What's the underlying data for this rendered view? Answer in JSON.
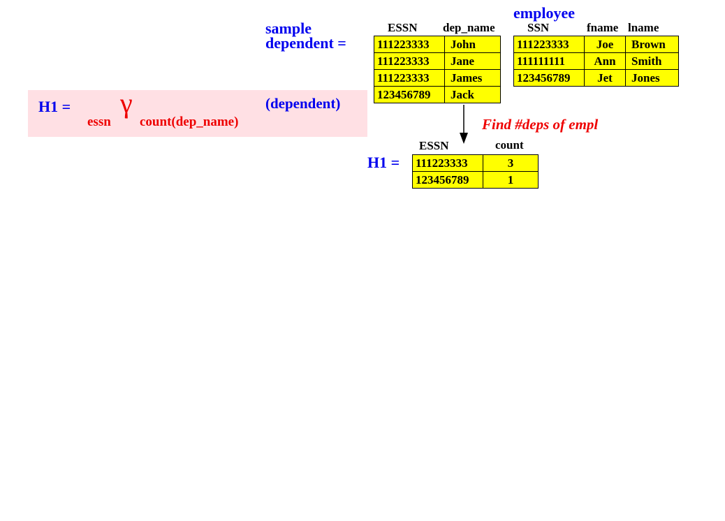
{
  "formula": {
    "lhs": "H1 =",
    "group_attr": "essn",
    "gamma": "γ",
    "agg": "count(dep_name)",
    "relation": "(dependent)"
  },
  "dependent_table": {
    "title_line1": "sample",
    "title_line2": "dependent =",
    "columns": [
      "ESSN",
      "dep_name"
    ],
    "rows": [
      [
        "111223333",
        "John"
      ],
      [
        "111223333",
        "Jane"
      ],
      [
        "111223333",
        "James"
      ],
      [
        "123456789",
        "Jack"
      ]
    ]
  },
  "employee_table": {
    "title": "employee",
    "columns": [
      "SSN",
      "fname",
      "lname"
    ],
    "rows": [
      [
        "111223333",
        "Joe",
        "Brown"
      ],
      [
        "111111111",
        "Ann",
        "Smith"
      ],
      [
        "123456789",
        "Jet",
        "Jones"
      ]
    ]
  },
  "annotation": "Find #deps of empl",
  "result_table": {
    "label": "H1 =",
    "columns": [
      "ESSN",
      "count"
    ],
    "rows": [
      [
        "111223333",
        "3"
      ],
      [
        "123456789",
        "1"
      ]
    ]
  }
}
